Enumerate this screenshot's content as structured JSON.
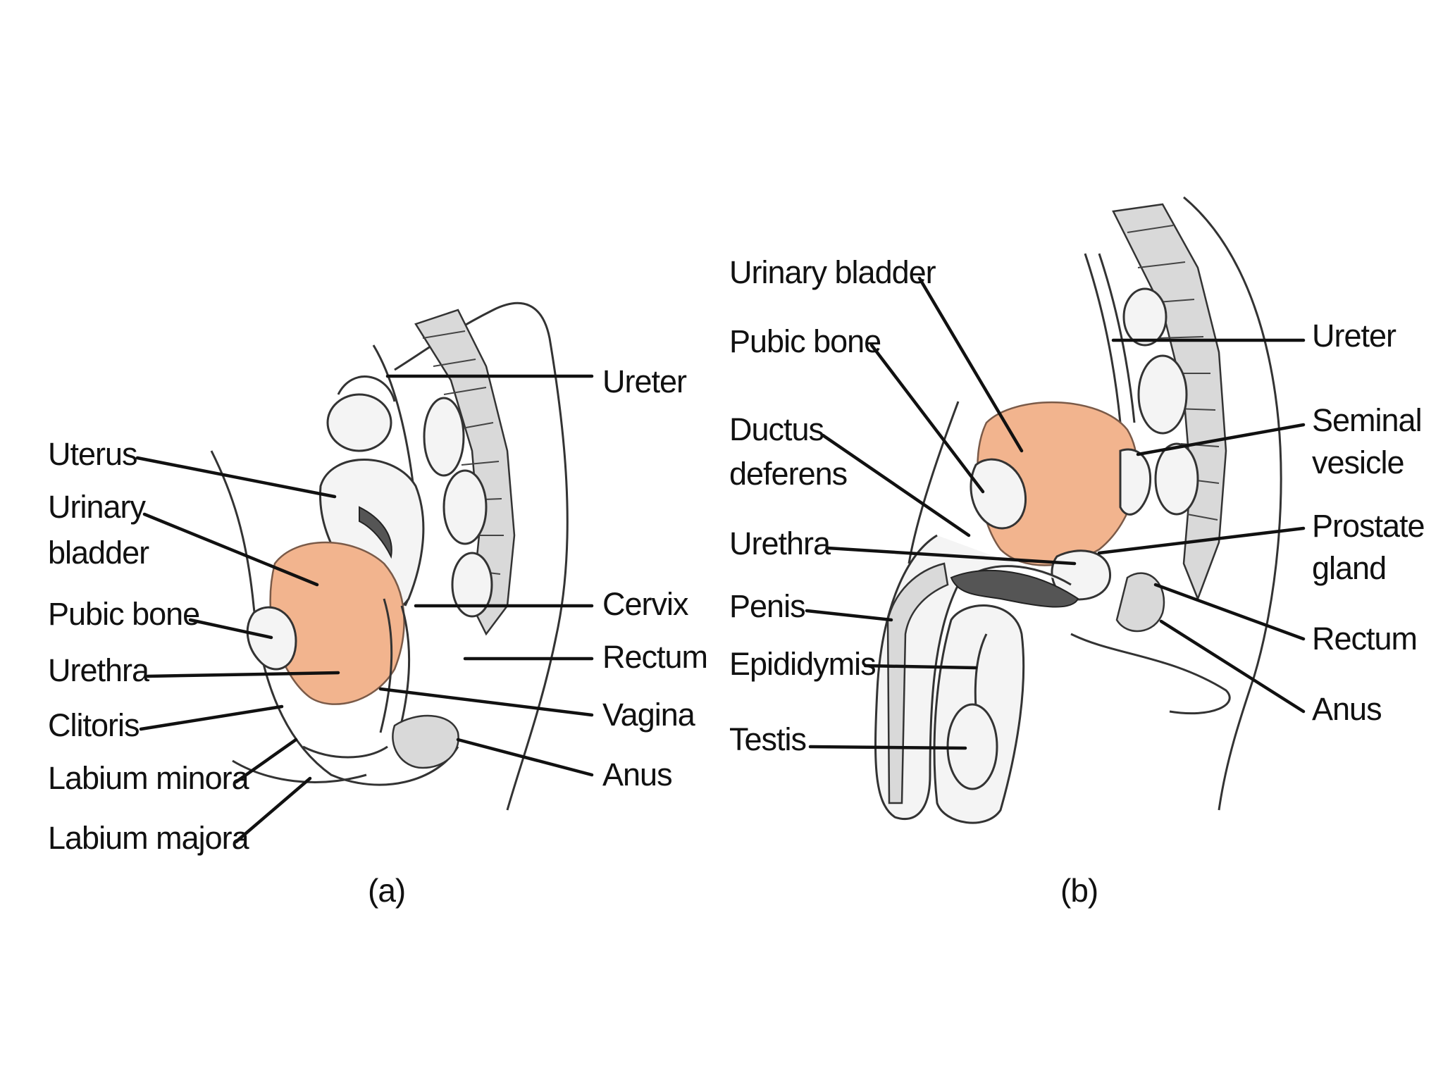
{
  "figure": {
    "panels": [
      {
        "id": "a",
        "caption": "(a)",
        "labels": {
          "ureter": "Ureter",
          "uterus": "Uterus",
          "urinary_bladder": [
            "Urinary",
            "bladder"
          ],
          "cervix": "Cervix",
          "pubic_bone": "Pubic bone",
          "rectum": "Rectum",
          "urethra": "Urethra",
          "vagina": "Vagina",
          "clitoris": "Clitoris",
          "anus": "Anus",
          "labium_minora": "Labium minora",
          "labium_majora": "Labium majora"
        }
      },
      {
        "id": "b",
        "caption": "(b)",
        "labels": {
          "urinary_bladder": "Urinary bladder",
          "pubic_bone": "Pubic bone",
          "ureter": "Ureter",
          "ductus_deferens": [
            "Ductus",
            "deferens"
          ],
          "seminal_vesicle": [
            "Seminal",
            "vesicle"
          ],
          "urethra": "Urethra",
          "prostate_gland": [
            "Prostate",
            "gland"
          ],
          "penis": "Penis",
          "rectum": "Rectum",
          "epididymis": "Epididymis",
          "anus": "Anus",
          "testis": "Testis"
        }
      }
    ],
    "colors": {
      "organ_fill": "#f2b48e",
      "line": "#111111",
      "background": "#ffffff"
    }
  }
}
